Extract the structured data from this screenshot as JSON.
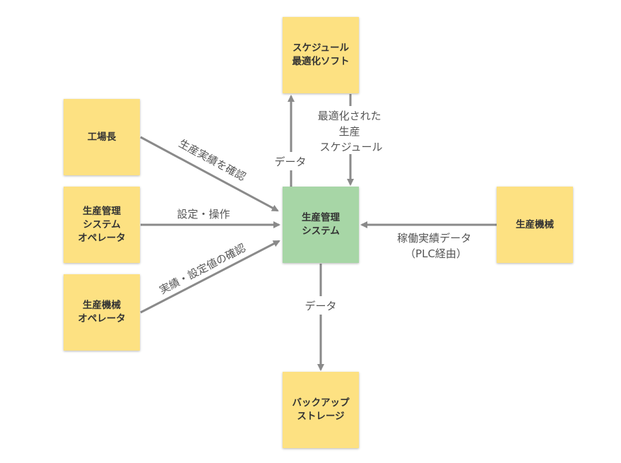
{
  "nodes": {
    "schedule_software": "スケジュール\n最適化ソフト",
    "factory_manager": "工場長",
    "system_operator": "生産管理\nシステム\nオペレータ",
    "machine_operator": "生産機械\nオペレータ",
    "production_system": "生産管理\nシステム",
    "production_machine": "生産機械",
    "backup_storage": "バックアップ\nストレージ"
  },
  "edges": {
    "system_to_schedule": "データ",
    "schedule_to_system": [
      "最適化された",
      "生産",
      "スケジュール"
    ],
    "manager_to_system": "生産実績を確認",
    "operator_to_system": "設定・操作",
    "machine_operator_to_system": "実績・設定値の確認",
    "machine_to_system": [
      "稼働実績データ",
      "（PLC経由）"
    ],
    "system_to_backup": "データ"
  },
  "colors": {
    "sticky": "#fde182",
    "center": "#a7d6a6",
    "arrow": "#8a8a8a",
    "text": "#333333"
  }
}
